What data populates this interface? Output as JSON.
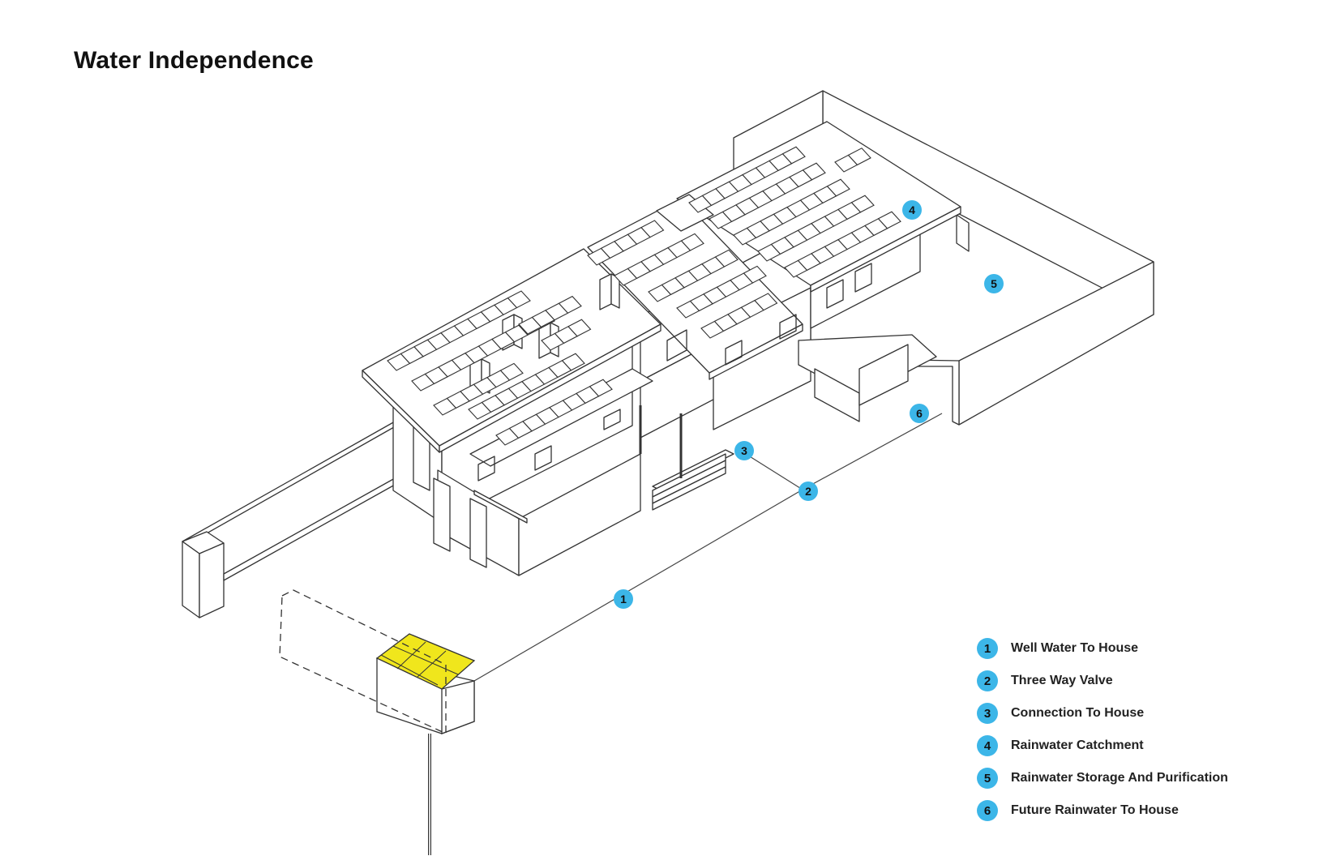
{
  "title": "Water Independence",
  "accent_color": "#3cb6e8",
  "tank_color": "#f0e61c",
  "legend": [
    {
      "num": "1",
      "label": "Well Water To House"
    },
    {
      "num": "2",
      "label": "Three Way Valve"
    },
    {
      "num": "3",
      "label": "Connection To House"
    },
    {
      "num": "4",
      "label": "Rainwater Catchment"
    },
    {
      "num": "5",
      "label": "Rainwater Storage And Purification"
    },
    {
      "num": "6",
      "label": "Future Rainwater To House"
    }
  ],
  "markers": [
    "1",
    "2",
    "3",
    "4",
    "5",
    "6"
  ]
}
